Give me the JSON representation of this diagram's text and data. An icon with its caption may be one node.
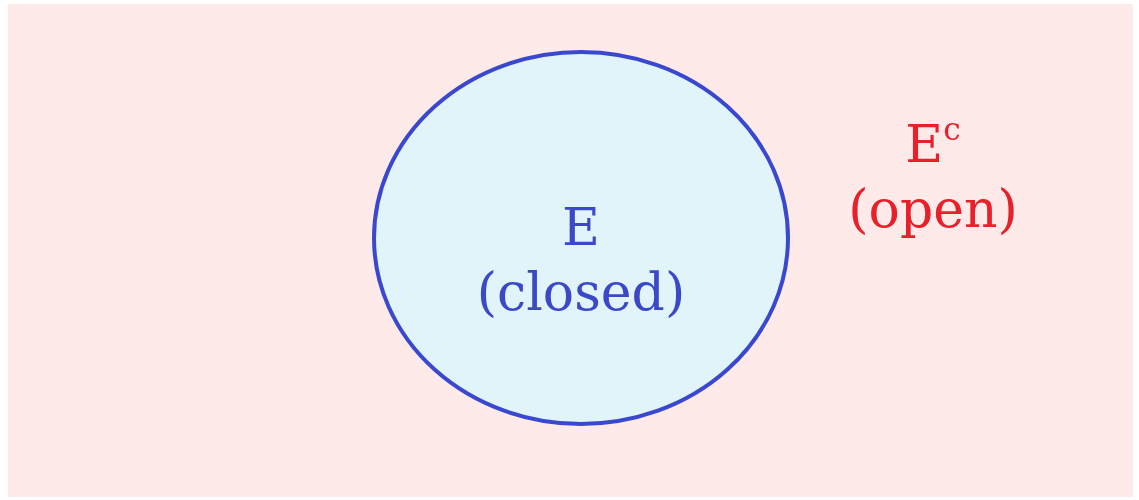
{
  "diagram": {
    "nodes": [
      {
        "text": [
          "E$^{c}$ (open)"
        ]
      },
      {
        "text": [
          "E (closed)"
        ],
        "in": 0
      }
    ]
  }
}
